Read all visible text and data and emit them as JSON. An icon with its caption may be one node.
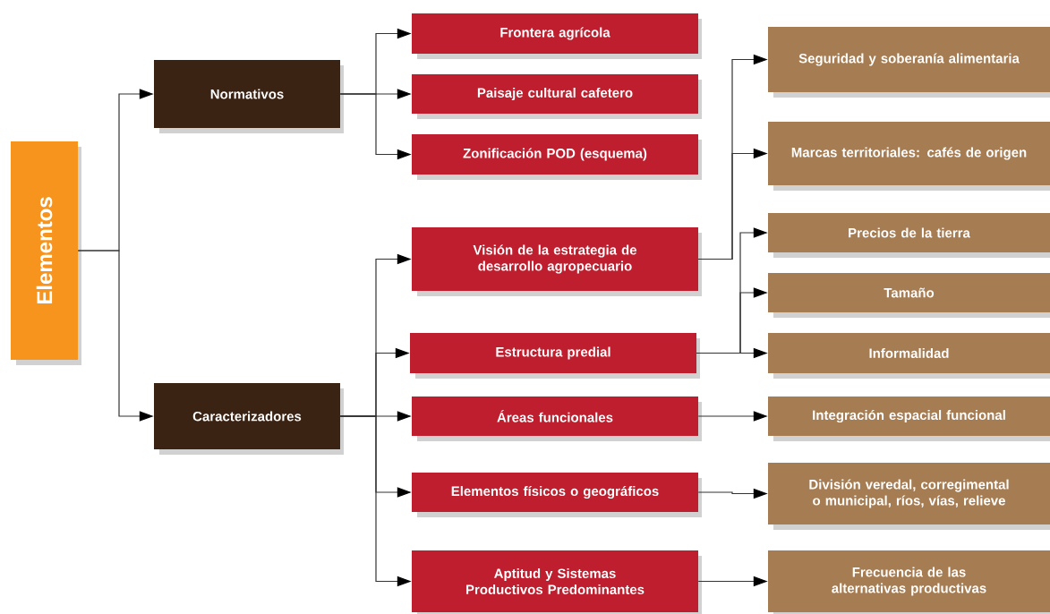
{
  "diagram": {
    "nodes": [
      {
        "text": [
          "Elementos"
        ]
      },
      {
        "text": [
          "Normativos"
        ]
      },
      {
        "text": [
          "Caracterizadores"
        ]
      },
      {
        "text": [
          "Frontera agrícola"
        ]
      },
      {
        "text": [
          "Paisaje cultural cafetero"
        ]
      },
      {
        "text": [
          "Zonificación POD (esquema)"
        ]
      },
      {
        "text": [
          "Visión de la estrategia de desarrollo agropecuario"
        ]
      },
      {
        "text": [
          "Estructura predial"
        ]
      },
      {
        "text": [
          "Áreas funcionales"
        ]
      },
      {
        "text": [
          "Elementos físicos o geográficos"
        ]
      },
      {
        "text": [
          "Aptitud y Sistemas Productivos Predominantes"
        ]
      },
      {
        "text": [
          "Seguridad y soberanía alimentaria"
        ]
      },
      {
        "text": [
          "Marcas territoriales: cafés de origen"
        ]
      },
      {
        "text": [
          "Precios de la tierra"
        ]
      },
      {
        "text": [
          "Tamaño"
        ]
      },
      {
        "text": [
          "Informalidad"
        ]
      },
      {
        "text": [
          "Integración espacial funcional"
        ]
      },
      {
        "text": [
          "División veredal, corregimental o municipal, ríos, vías, relieve"
        ]
      },
      {
        "text": [
          "Frecuencia de las alternativas productivas"
        ]
      }
    ],
    "edges": [
      {
        "from": 0,
        "to": 1,
        "arrow": "to"
      },
      {
        "from": 0,
        "to": 2,
        "arrow": "to"
      },
      {
        "from": 1,
        "to": 3,
        "arrow": "to"
      },
      {
        "from": 1,
        "to": 4,
        "arrow": "to"
      },
      {
        "from": 1,
        "to": 5,
        "arrow": "to"
      },
      {
        "from": 2,
        "to": 6,
        "arrow": "to"
      },
      {
        "from": 2,
        "to": 7,
        "arrow": "to"
      },
      {
        "from": 2,
        "to": 8,
        "arrow": "to"
      },
      {
        "from": 2,
        "to": 9,
        "arrow": "to"
      },
      {
        "from": 2,
        "to": 10,
        "arrow": "to"
      },
      {
        "from": 6,
        "to": 11,
        "arrow": "to"
      },
      {
        "from": 6,
        "to": 12,
        "arrow": "to"
      },
      {
        "from": 7,
        "to": 13,
        "arrow": "to"
      },
      {
        "from": 7,
        "to": 14,
        "arrow": "to"
      },
      {
        "from": 7,
        "to": 15,
        "arrow": "to"
      },
      {
        "from": 8,
        "to": 16,
        "arrow": "to"
      },
      {
        "from": 9,
        "to": 17,
        "arrow": "to"
      },
      {
        "from": 10,
        "to": 18,
        "arrow": "to"
      }
    ]
  }
}
